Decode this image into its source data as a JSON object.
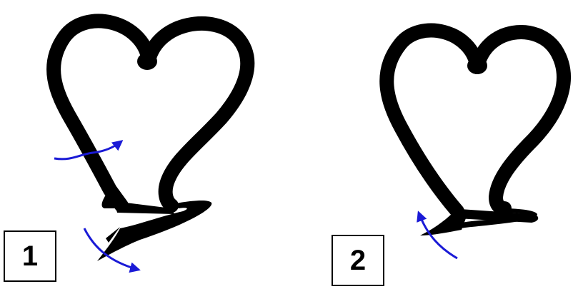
{
  "panels": [
    {
      "number": "1"
    },
    {
      "number": "2"
    }
  ],
  "colors": {
    "ribbon": "#000000",
    "arrow": "#1a1ad6",
    "background": "#ffffff"
  },
  "icons": {
    "arrow": "curved-arrow",
    "shape": "heart-ribbon"
  }
}
